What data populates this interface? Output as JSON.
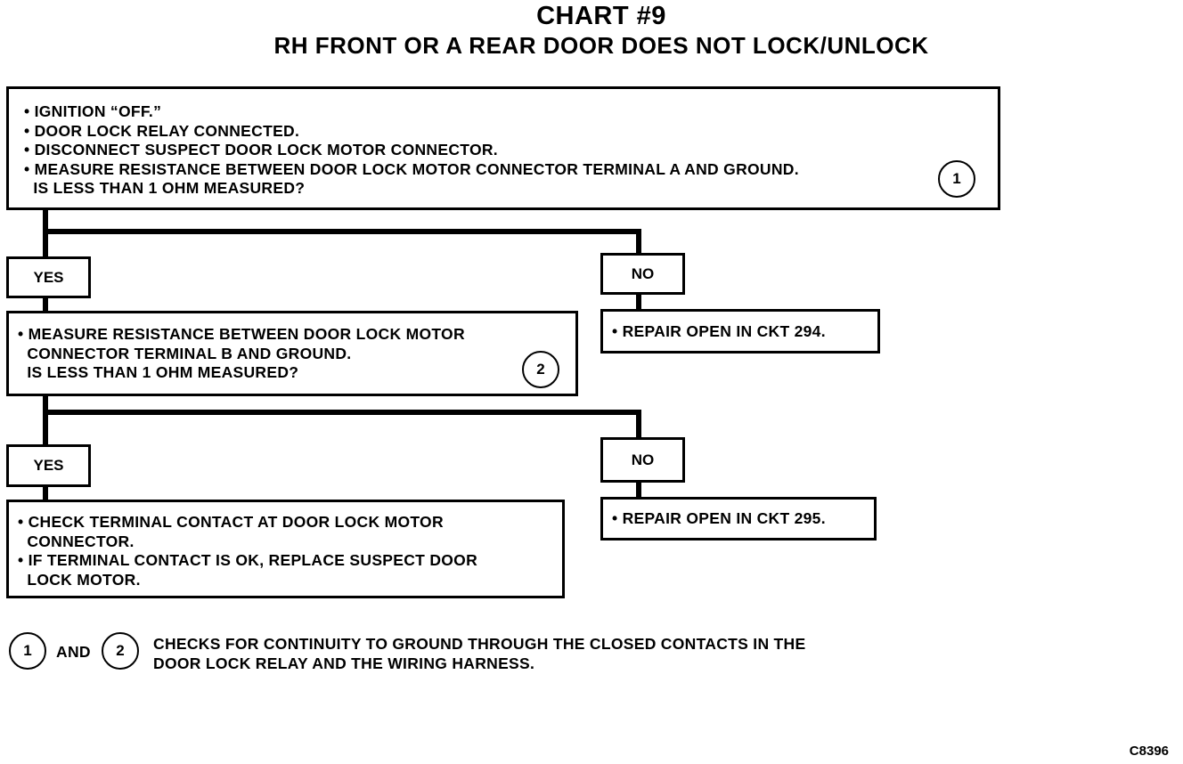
{
  "header": {
    "title": "CHART #9",
    "subtitle": "RH FRONT OR A REAR DOOR DOES NOT LOCK/UNLOCK"
  },
  "step1": {
    "lines": [
      "• IGNITION “OFF.”",
      "• DOOR LOCK RELAY CONNECTED.",
      "• DISCONNECT SUSPECT DOOR LOCK MOTOR CONNECTOR.",
      "• MEASURE RESISTANCE BETWEEN DOOR LOCK MOTOR CONNECTOR TERMINAL A AND GROUND.",
      "  IS LESS THAN 1 OHM MEASURED?"
    ],
    "marker": "1"
  },
  "branch1": {
    "yes_label": "YES",
    "no_label": "NO",
    "no_action": "• REPAIR OPEN IN CKT 294."
  },
  "step2": {
    "lines": [
      "• MEASURE RESISTANCE BETWEEN DOOR LOCK MOTOR",
      "  CONNECTOR TERMINAL B AND GROUND.",
      "  IS LESS THAN 1 OHM MEASURED?"
    ],
    "marker": "2"
  },
  "branch2": {
    "yes_label": "YES",
    "no_label": "NO",
    "no_action": "• REPAIR OPEN IN CKT 295."
  },
  "step3": {
    "lines": [
      "• CHECK TERMINAL CONTACT AT DOOR LOCK MOTOR",
      "  CONNECTOR.",
      "• IF TERMINAL CONTACT IS OK, REPLACE SUSPECT DOOR",
      "  LOCK MOTOR."
    ]
  },
  "footnote": {
    "marker_a": "1",
    "and_text": "AND",
    "marker_b": "2",
    "lines": [
      "CHECKS FOR CONTINUITY TO GROUND THROUGH THE CLOSED CONTACTS IN THE",
      "DOOR LOCK RELAY AND THE WIRING HARNESS."
    ]
  },
  "figure_code": "C8396"
}
